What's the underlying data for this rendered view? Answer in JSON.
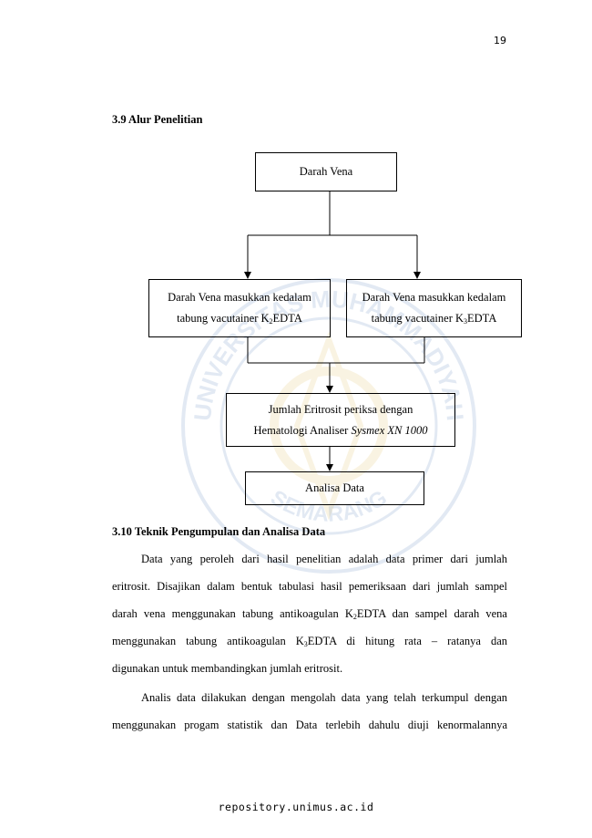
{
  "page_number": "19",
  "section_39": {
    "heading": "3.9 Alur Penelitian"
  },
  "flowchart": {
    "top": "Darah Vena",
    "left_l1": "Darah Vena masukkan kedalam",
    "left_l2a": "tabung vacutainer K",
    "left_l2sub": "2",
    "left_l2b": "EDTA",
    "right_l1": "Darah Vena masukkan kedalam",
    "right_l2a": "tabung vacutainer K",
    "right_l2sub": "3",
    "right_l2b": "EDTA",
    "mid_l1": "Jumlah Eritrosit periksa dengan",
    "mid_l2a": "Hematologi Analiser ",
    "mid_l2i": "Sysmex XN 1000",
    "bottom": "Analisa Data"
  },
  "section_310": {
    "heading": "3.10 Teknik Pengumpulan dan Analisa Data",
    "p1": {
      "l1": "Data yang peroleh dari hasil penelitian adalah data primer dari jumlah",
      "l2": "eritrosit. Disajikan dalam bentuk tabulasi hasil pemeriksaan dari jumlah sampel",
      "l3a": "darah vena menggunakan tabung antikoagulan K",
      "l3sub": "2",
      "l3b": "EDTA dan sampel darah vena",
      "l4a": "menggunakan tabung antikoagulan K",
      "l4sub": "3",
      "l4b": "EDTA di hitung rata – ratanya dan",
      "l5": "digunakan untuk membandingkan jumlah eritrosit."
    },
    "p2": {
      "l1": "Analis data dilakukan dengan mengolah data yang telah terkumpul dengan",
      "l2": "menggunakan progam statistik dan Data terlebih dahulu diuji kenormalannya"
    }
  },
  "watermark": {
    "text_top": "UNIVERSITAS MUHAMMADIYAH",
    "text_bottom": "SEMARANG"
  },
  "footer": "repository.unimus.ac.id"
}
